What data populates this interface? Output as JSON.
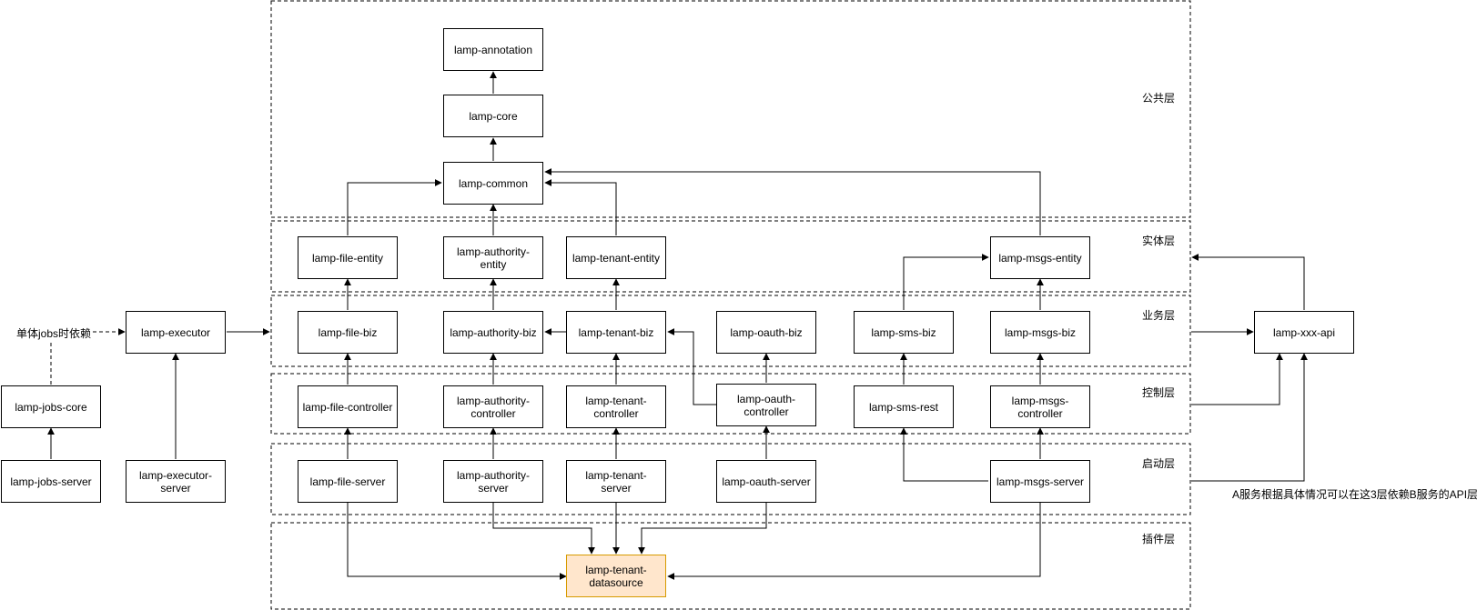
{
  "layers": [
    {
      "id": "common",
      "label": "公共层"
    },
    {
      "id": "entity",
      "label": "实体层"
    },
    {
      "id": "biz",
      "label": "业务层"
    },
    {
      "id": "controller",
      "label": "控制层"
    },
    {
      "id": "server",
      "label": "启动层"
    },
    {
      "id": "plugin",
      "label": "插件层"
    }
  ],
  "nodes": {
    "annotation": "lamp-annotation",
    "core": "lamp-core",
    "common": "lamp-common",
    "file_entity": "lamp-file-entity",
    "authority_entity": "lamp-authority-\nentity",
    "tenant_entity": "lamp-tenant-entity",
    "msgs_entity": "lamp-msgs-entity",
    "executor": "lamp-executor",
    "file_biz": "lamp-file-biz",
    "authority_biz": "lamp-authority-biz",
    "tenant_biz": "lamp-tenant-biz",
    "oauth_biz": "lamp-oauth-biz",
    "sms_biz": "lamp-sms-biz",
    "msgs_biz": "lamp-msgs-biz",
    "xxx_api": "lamp-xxx-api",
    "jobs_core": "lamp-jobs-core",
    "file_controller": "lamp-file-controller",
    "authority_controller": "lamp-authority-\ncontroller",
    "tenant_controller": "lamp-tenant-\ncontroller",
    "oauth_controller": "lamp-oauth-\ncontroller",
    "sms_rest": "lamp-sms-rest",
    "msgs_controller": "lamp-msgs-\ncontroller",
    "jobs_server": "lamp-jobs-server",
    "executor_server": "lamp-executor-\nserver",
    "file_server": "lamp-file-server",
    "authority_server": "lamp-authority-\nserver",
    "tenant_server": "lamp-tenant-server",
    "oauth_server": "lamp-oauth-server",
    "msgs_server": "lamp-msgs-server",
    "tenant_datasource": "lamp-tenant-\ndatasource"
  },
  "notes": {
    "jobs_dependency": "单体jobs时依赖",
    "api_note": "A服务根据具体情况可以在这3层依赖B服务的API层"
  },
  "colors": {
    "line": "#000000",
    "highlight_fill": "#ffe6cc",
    "highlight_border": "#d79b00"
  }
}
